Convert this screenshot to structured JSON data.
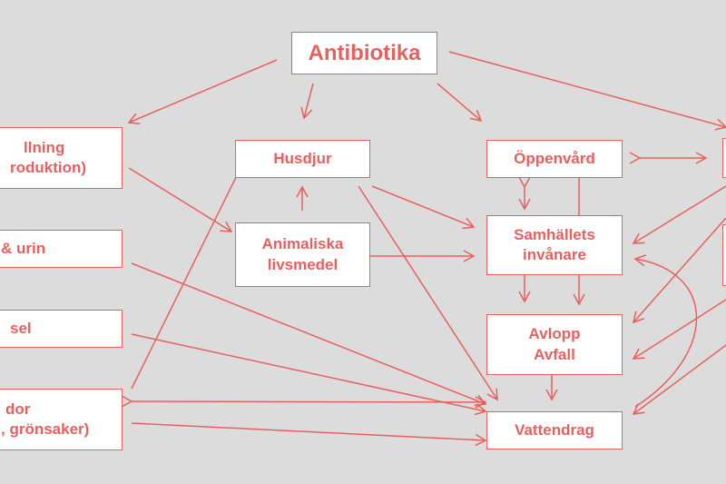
{
  "colors": {
    "accent": "#e8605e",
    "background": "#dcdcdc",
    "box": "#ffffff"
  },
  "nodes": {
    "antibiotika": {
      "label": "Antibiotika"
    },
    "husdjur": {
      "label": "Husdjur"
    },
    "animaliska": {
      "line1": "Animaliska",
      "line2": "livsmedel"
    },
    "oppenvard": {
      "label": "Öppenvård"
    },
    "samhallets": {
      "line1": "Samhällets",
      "line2": "invånare"
    },
    "avlopp": {
      "line1": "Avlopp",
      "line2": "Avfall"
    },
    "vattendrag": {
      "label": "Vattendrag"
    },
    "left1": {
      "line1": "llning",
      "line2": "roduktion)"
    },
    "left2": {
      "label": "& urin"
    },
    "left3": {
      "label": "sel"
    },
    "left4": {
      "line1": "dor",
      "line2": ", grönsaker)"
    }
  }
}
